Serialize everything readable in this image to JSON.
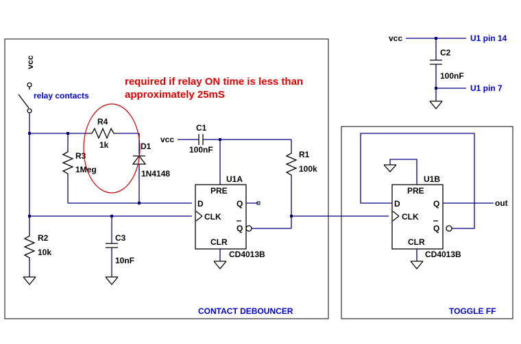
{
  "colors": {
    "wire": "#000080",
    "component": "#000000",
    "note": "#e00000",
    "net_label": "#0000cc",
    "highlight_ellipse": "#cc0000"
  },
  "supply": {
    "vcc_top": "vcc",
    "vcc_c1": "vcc",
    "vcc_c2": "vcc"
  },
  "relay": {
    "label": "relay contacts"
  },
  "note": {
    "line1": "required if relay ON time is less than",
    "line2": "approximately 25mS"
  },
  "parts": {
    "R1": {
      "ref": "R1",
      "value": "100k"
    },
    "R2": {
      "ref": "R2",
      "value": "10k"
    },
    "R3": {
      "ref": "R3",
      "value": "1Meg"
    },
    "R4": {
      "ref": "R4",
      "value": "1k"
    },
    "D1": {
      "ref": "D1",
      "value": "1N4148"
    },
    "C1": {
      "ref": "C1",
      "value": "100nF"
    },
    "C2": {
      "ref": "C2",
      "value": "100nF"
    },
    "C3": {
      "ref": "C3",
      "value": "10nF"
    }
  },
  "u1a": {
    "ref": "U1A",
    "part": "CD4013B",
    "pre": "PRE",
    "clr": "CLR",
    "d": "D",
    "clk": "CLK",
    "q": "Q",
    "qbar": "Q"
  },
  "u1b": {
    "ref": "U1B",
    "part": "CD4013B",
    "pre": "PRE",
    "clr": "CLR",
    "d": "D",
    "clk": "CLK",
    "q": "Q",
    "qbar": "Q"
  },
  "output": {
    "label": "out"
  },
  "pins": {
    "pin14": "U1 pin 14",
    "pin7": "U1 pin 7"
  },
  "blocks": {
    "debouncer": "CONTACT DEBOUNCER",
    "toggle": "TOGGLE FF"
  }
}
